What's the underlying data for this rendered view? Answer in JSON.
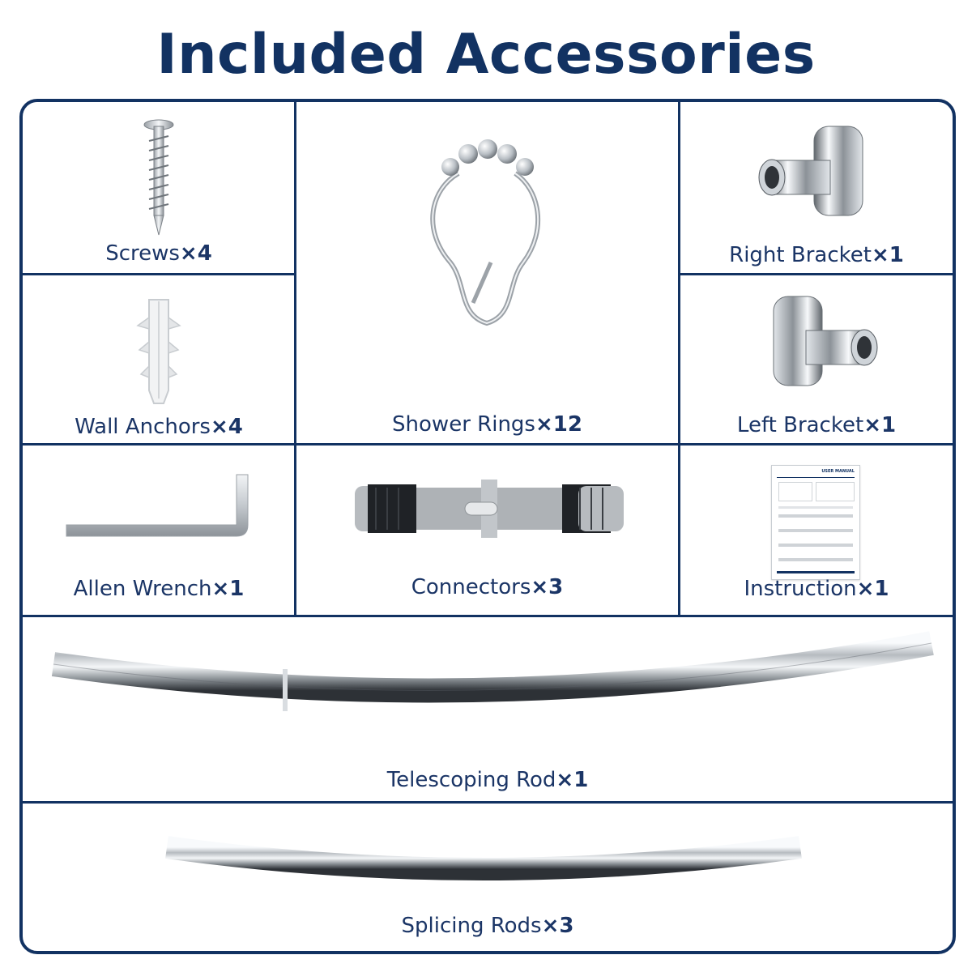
{
  "page": {
    "title": "Included Accessories"
  },
  "items": {
    "screws": {
      "name": "Screws",
      "qty": "×4"
    },
    "shower_rings": {
      "name": "Shower Rings",
      "qty": "×12"
    },
    "right_bracket": {
      "name": "Right Bracket",
      "qty": "×1"
    },
    "wall_anchors": {
      "name": "Wall Anchors",
      "qty": "×4"
    },
    "left_bracket": {
      "name": "Left Bracket",
      "qty": "×1"
    },
    "allen_wrench": {
      "name": "Allen Wrench",
      "qty": "×1"
    },
    "connectors": {
      "name": "Connectors",
      "qty": "×3"
    },
    "instruction": {
      "name": "Instruction",
      "qty": "×1",
      "manual_heading": "USER MANUAL"
    },
    "telescoping_rod": {
      "name": "Telescoping Rod",
      "qty": "×1"
    },
    "splicing_rods": {
      "name": "Splicing Rods",
      "qty": "×3"
    }
  },
  "colors": {
    "accent": "#123262",
    "label": "#1b3566"
  }
}
